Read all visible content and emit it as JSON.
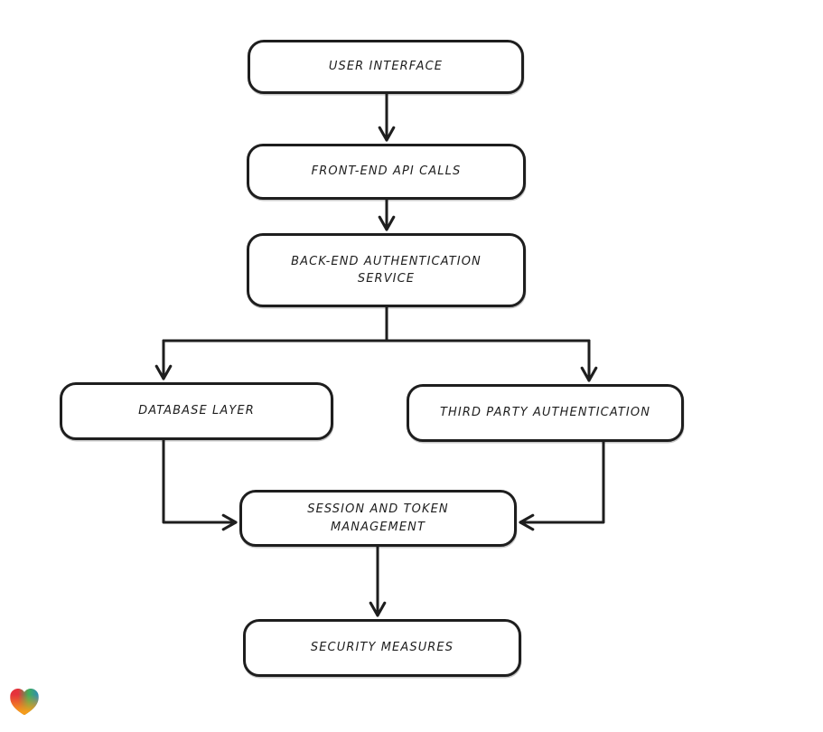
{
  "diagram": {
    "background_color": "#ffffff",
    "stroke_color": "#1e1e1e",
    "node_fill_color": "#ffffff",
    "nodes": [
      {
        "id": "user-interface",
        "label": "USER INTERFACE"
      },
      {
        "id": "front-end-api-calls",
        "label": "FRONT-END API CALLS"
      },
      {
        "id": "back-end-authentication-service",
        "label": "BACK-END AUTHENTICATION SERVICE"
      },
      {
        "id": "database-layer",
        "label": "DATABASE LAYER"
      },
      {
        "id": "third-party-authentication",
        "label": "THIRD PARTY AUTHENTICATION"
      },
      {
        "id": "session-and-token-management",
        "label": "SESSION AND TOKEN MANAGEMENT"
      },
      {
        "id": "security-measures",
        "label": "SECURITY MEASURES"
      }
    ],
    "edges": [
      {
        "from": "user-interface",
        "to": "front-end-api-calls"
      },
      {
        "from": "front-end-api-calls",
        "to": "back-end-authentication-service"
      },
      {
        "from": "back-end-authentication-service",
        "to": "database-layer"
      },
      {
        "from": "back-end-authentication-service",
        "to": "third-party-authentication"
      },
      {
        "from": "database-layer",
        "to": "session-and-token-management"
      },
      {
        "from": "third-party-authentication",
        "to": "session-and-token-management"
      },
      {
        "from": "session-and-token-management",
        "to": "security-measures"
      }
    ],
    "logo": {
      "name": "heart-logo",
      "colors": [
        "#e5333c",
        "#3fae5a",
        "#2d7fd3",
        "#f59c1b"
      ]
    }
  }
}
